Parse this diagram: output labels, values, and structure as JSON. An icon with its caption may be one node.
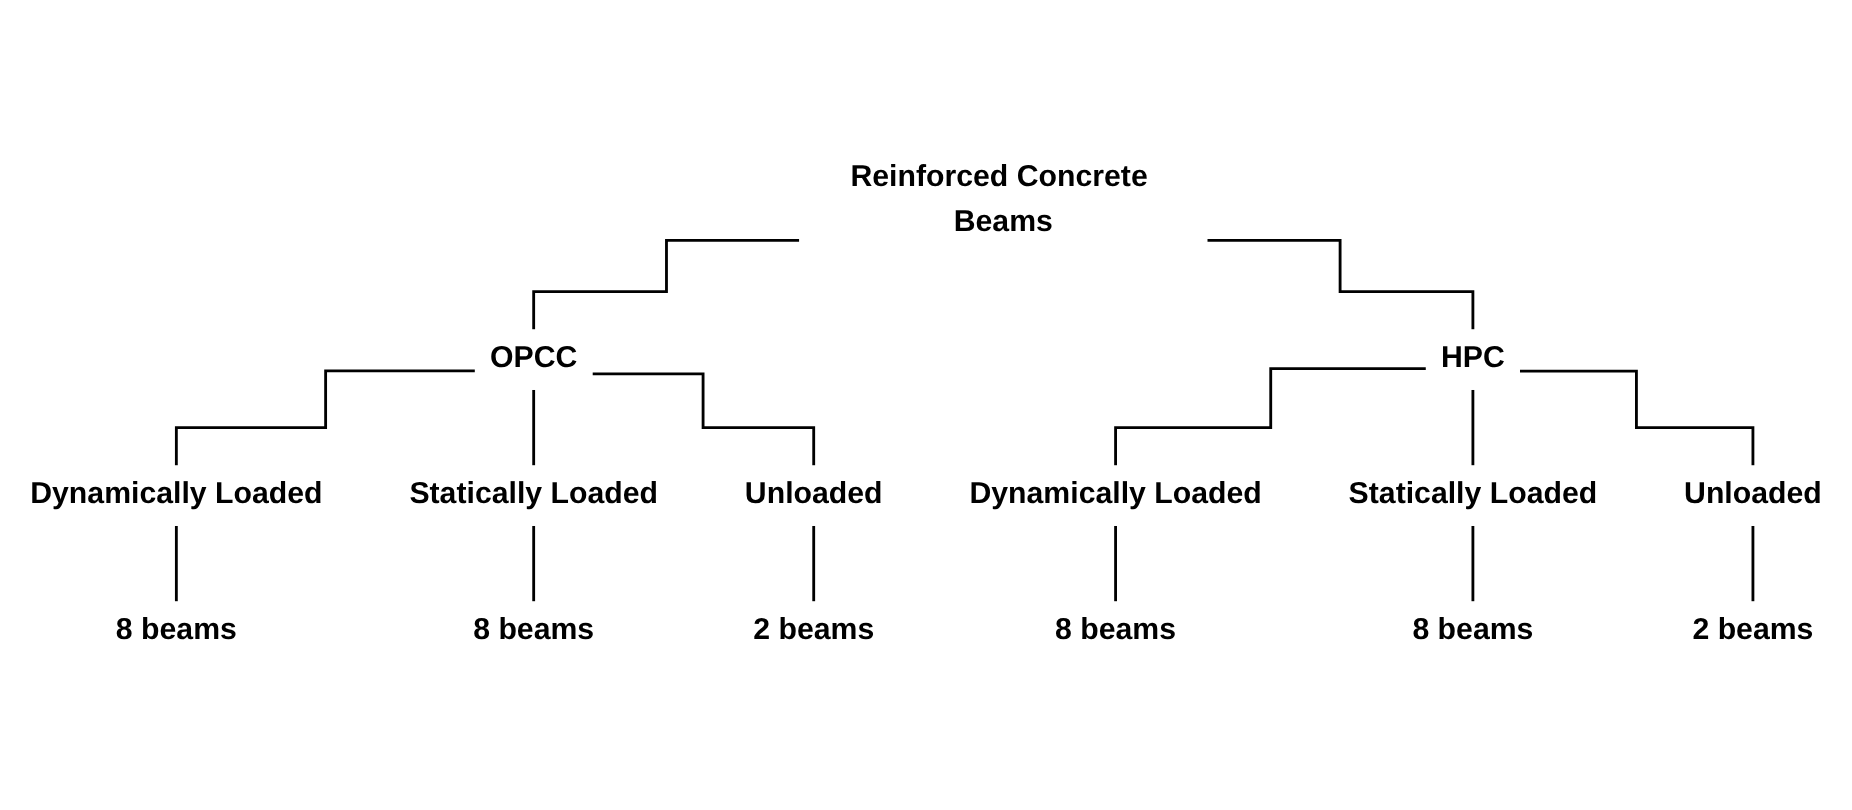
{
  "diagram": {
    "nodes": [
      {
        "text": [
          "Reinforced Concrete Beams"
        ]
      },
      {
        "text": [
          "OPCC"
        ]
      },
      {
        "text": [
          "HPC"
        ]
      },
      {
        "text": [
          "Dynamically Loaded"
        ]
      },
      {
        "text": [
          "Statically Loaded"
        ]
      },
      {
        "text": [
          "Unloaded"
        ]
      },
      {
        "text": [
          "Dynamically Loaded"
        ]
      },
      {
        "text": [
          "Statically Loaded"
        ]
      },
      {
        "text": [
          "Unloaded"
        ]
      },
      {
        "text": [
          "8 beams"
        ]
      },
      {
        "text": [
          "8 beams"
        ]
      },
      {
        "text": [
          "2 beams"
        ]
      },
      {
        "text": [
          "8 beams"
        ]
      },
      {
        "text": [
          "8 beams"
        ]
      },
      {
        "text": [
          "2 beams"
        ]
      }
    ],
    "edges": [
      {
        "from": 0,
        "to": 1,
        "arrow": "none"
      },
      {
        "from": 0,
        "to": 2,
        "arrow": "none"
      },
      {
        "from": 1,
        "to": 3,
        "arrow": "none"
      },
      {
        "from": 1,
        "to": 4,
        "arrow": "none"
      },
      {
        "from": 1,
        "to": 5,
        "arrow": "none"
      },
      {
        "from": 2,
        "to": 6,
        "arrow": "none"
      },
      {
        "from": 2,
        "to": 7,
        "arrow": "none"
      },
      {
        "from": 2,
        "to": 8,
        "arrow": "none"
      },
      {
        "from": 3,
        "to": 9,
        "arrow": "none"
      },
      {
        "from": 4,
        "to": 10,
        "arrow": "none"
      },
      {
        "from": 5,
        "to": 11,
        "arrow": "none"
      },
      {
        "from": 6,
        "to": 12,
        "arrow": "none"
      },
      {
        "from": 7,
        "to": 13,
        "arrow": "none"
      },
      {
        "from": 8,
        "to": 14,
        "arrow": "none"
      }
    ]
  }
}
